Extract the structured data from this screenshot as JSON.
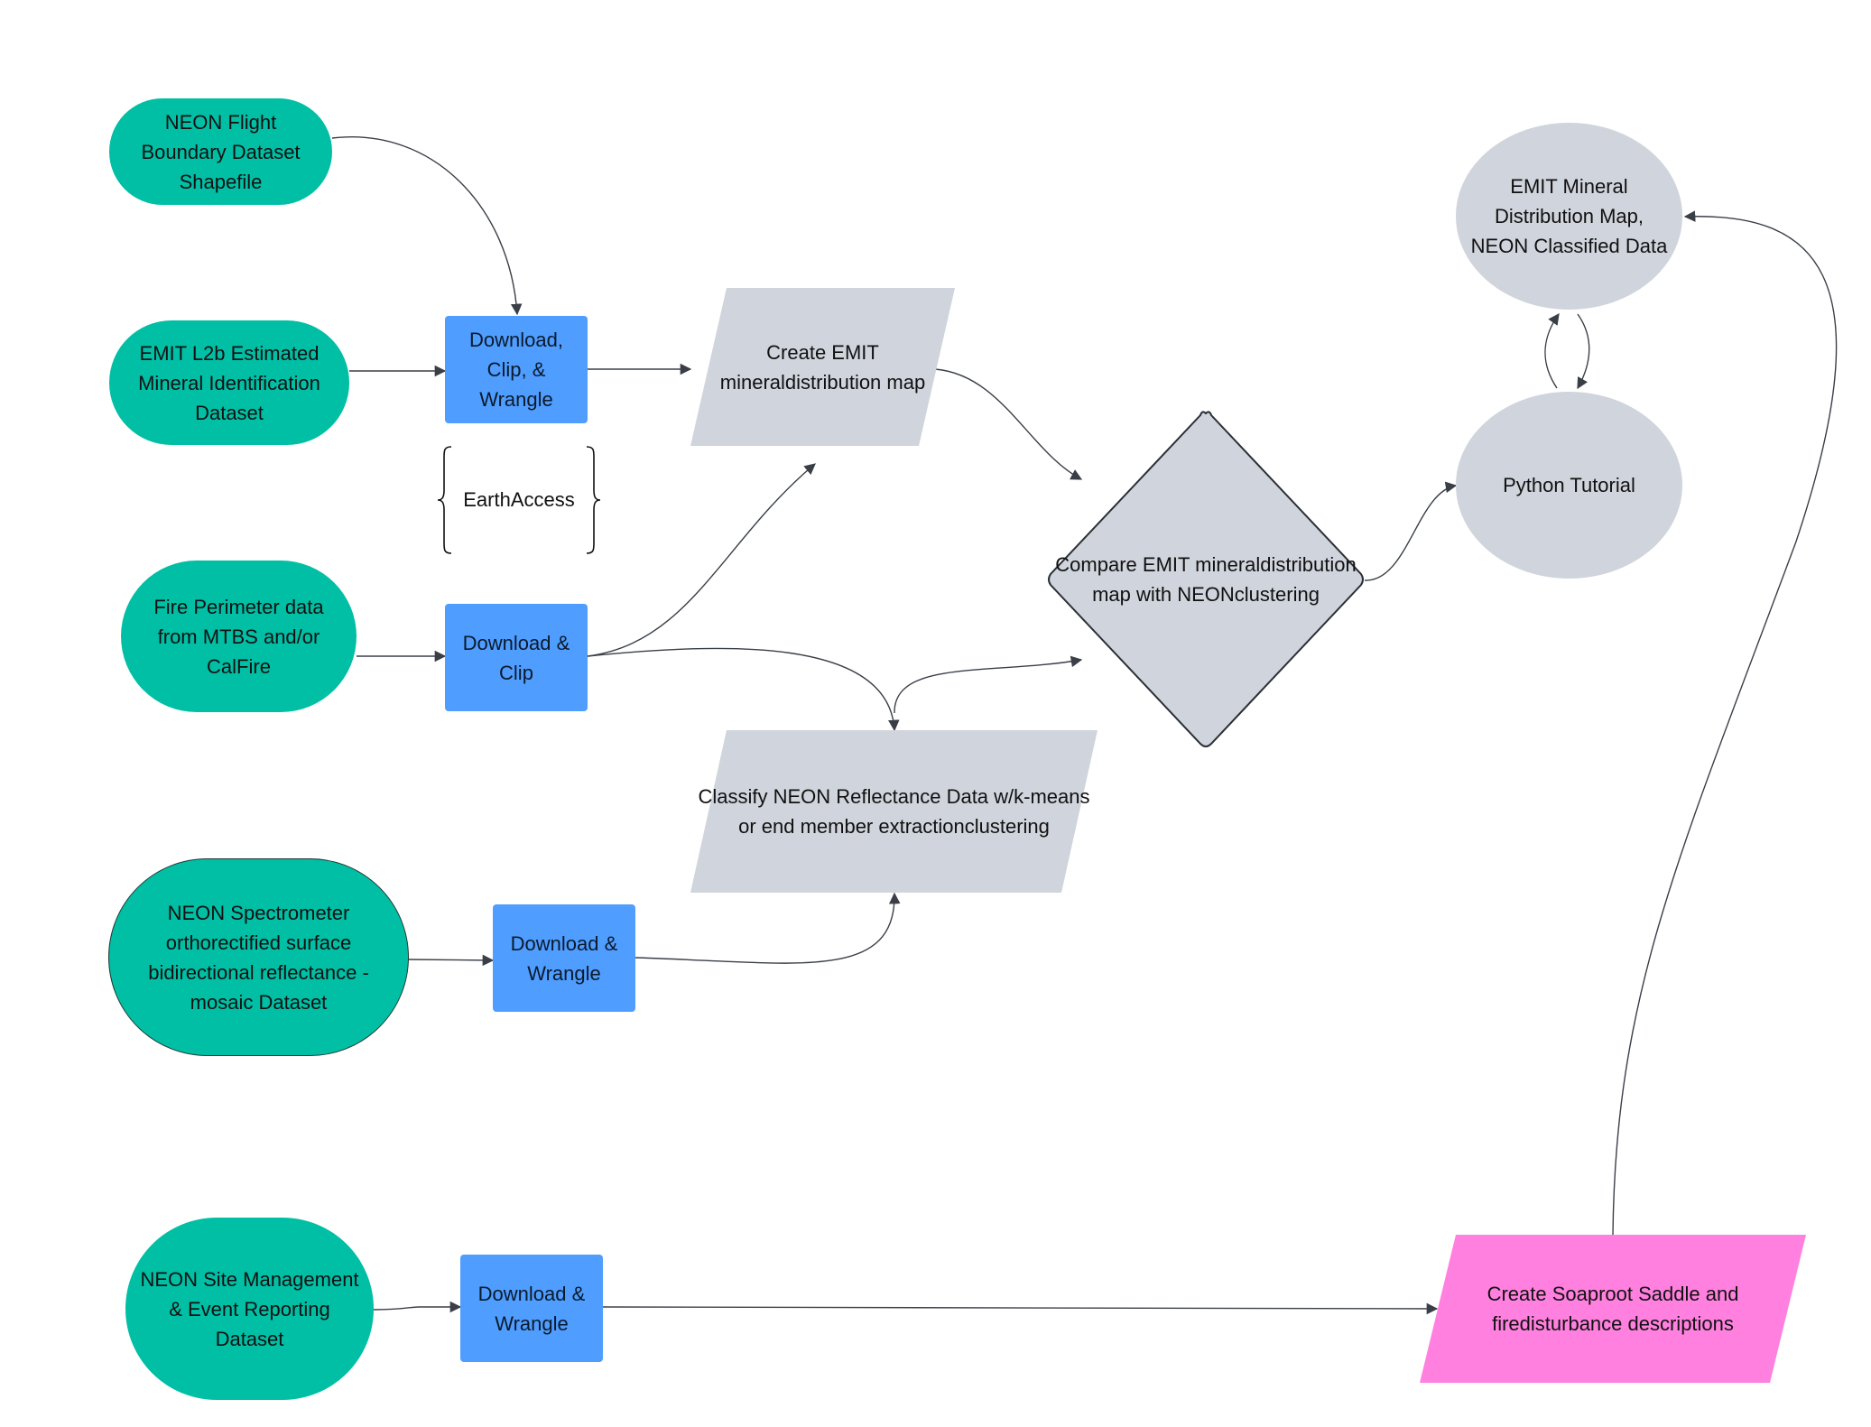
{
  "nodes": {
    "neon_flight": "NEON Flight Boundary Dataset Shapefile",
    "emit_l2b": "EMIT L2b Estimated Mineral Identification Dataset",
    "fire_perimeter": "Fire Perimeter data from MTBS and/or CalFire",
    "neon_spectrometer": "NEON Spectrometer orthorectified surface bidirectional reflectance - mosaic Dataset",
    "neon_site": "NEON Site Management & Event Reporting Dataset",
    "download_clip_wrangle": "Download, Clip, & Wrangle",
    "earthaccess": "EarthAccess",
    "download_clip": "Download & Clip",
    "download_wrangle_1": "Download & Wrangle",
    "download_wrangle_2": "Download & Wrangle",
    "create_emit_map": "Create EMIT mineral distribution map",
    "classify_neon": "Classify NEON Reflectance Data w/ k-means or end member extraction clustering",
    "compare": "Compare EMIT mineral distribution map with NEON clustering",
    "emit_output": "EMIT Mineral Distribution Map, NEON Classified Data",
    "python_tutorial": "Python Tutorial",
    "create_soaproot": "Create Soaproot Saddle and fire disturbance descriptions"
  },
  "lines": {
    "neon_flight": [
      "NEON Flight",
      "Boundary Dataset",
      "Shapefile"
    ],
    "emit_l2b": [
      "EMIT L2b Estimated",
      "Mineral Identification",
      "Dataset"
    ],
    "fire_perimeter": [
      "Fire Perimeter data",
      "from MTBS and/or",
      "CalFire"
    ],
    "neon_spectrometer": [
      "NEON Spectrometer",
      "orthorectified surface",
      "bidirectional reflectance -",
      "mosaic Dataset"
    ],
    "neon_site": [
      "NEON Site Management",
      "& Event Reporting",
      "Dataset"
    ],
    "download_clip_wrangle": [
      "Download,",
      "Clip, &",
      "Wrangle"
    ],
    "download_clip": [
      "Download &",
      "Clip"
    ],
    "download_wrangle_1": [
      "Download &",
      "Wrangle"
    ],
    "download_wrangle_2": [
      "Download &",
      "Wrangle"
    ],
    "create_emit_map": [
      "Create EMIT mineral",
      "distribution map"
    ],
    "classify_neon": [
      "Classify NEON Reflectance Data w/",
      "k-means or end member extraction",
      "clustering"
    ],
    "compare": [
      "Compare EMIT mineral",
      "distribution map with NEON",
      "clustering"
    ],
    "emit_output": [
      "EMIT Mineral",
      "Distribution Map,",
      "NEON Classified Data"
    ],
    "python_tutorial": [
      "Python Tutorial"
    ],
    "create_soaproot": [
      "Create Soaproot Saddle and fire",
      "disturbance descriptions"
    ]
  },
  "colors": {
    "source": "#00bfa5",
    "process": "#4f9dff",
    "intermediate": "#d0d4dc",
    "highlight": "#ff80df",
    "edge": "#3a3f47"
  },
  "edges": [
    {
      "from": "neon_flight",
      "to": "download_clip_wrangle"
    },
    {
      "from": "emit_l2b",
      "to": "download_clip_wrangle"
    },
    {
      "from": "download_clip_wrangle",
      "to": "create_emit_map"
    },
    {
      "from": "fire_perimeter",
      "to": "download_clip"
    },
    {
      "from": "download_clip",
      "to": "create_emit_map"
    },
    {
      "from": "download_clip",
      "to": "classify_neon"
    },
    {
      "from": "neon_spectrometer",
      "to": "download_wrangle_1"
    },
    {
      "from": "download_wrangle_1",
      "to": "classify_neon"
    },
    {
      "from": "create_emit_map",
      "to": "compare"
    },
    {
      "from": "classify_neon",
      "to": "compare"
    },
    {
      "from": "compare",
      "to": "python_tutorial"
    },
    {
      "from": "python_tutorial",
      "to": "emit_output"
    },
    {
      "from": "emit_output",
      "to": "python_tutorial"
    },
    {
      "from": "neon_site",
      "to": "download_wrangle_2"
    },
    {
      "from": "download_wrangle_2",
      "to": "create_soaproot"
    },
    {
      "from": "create_soaproot",
      "to": "emit_output"
    }
  ]
}
